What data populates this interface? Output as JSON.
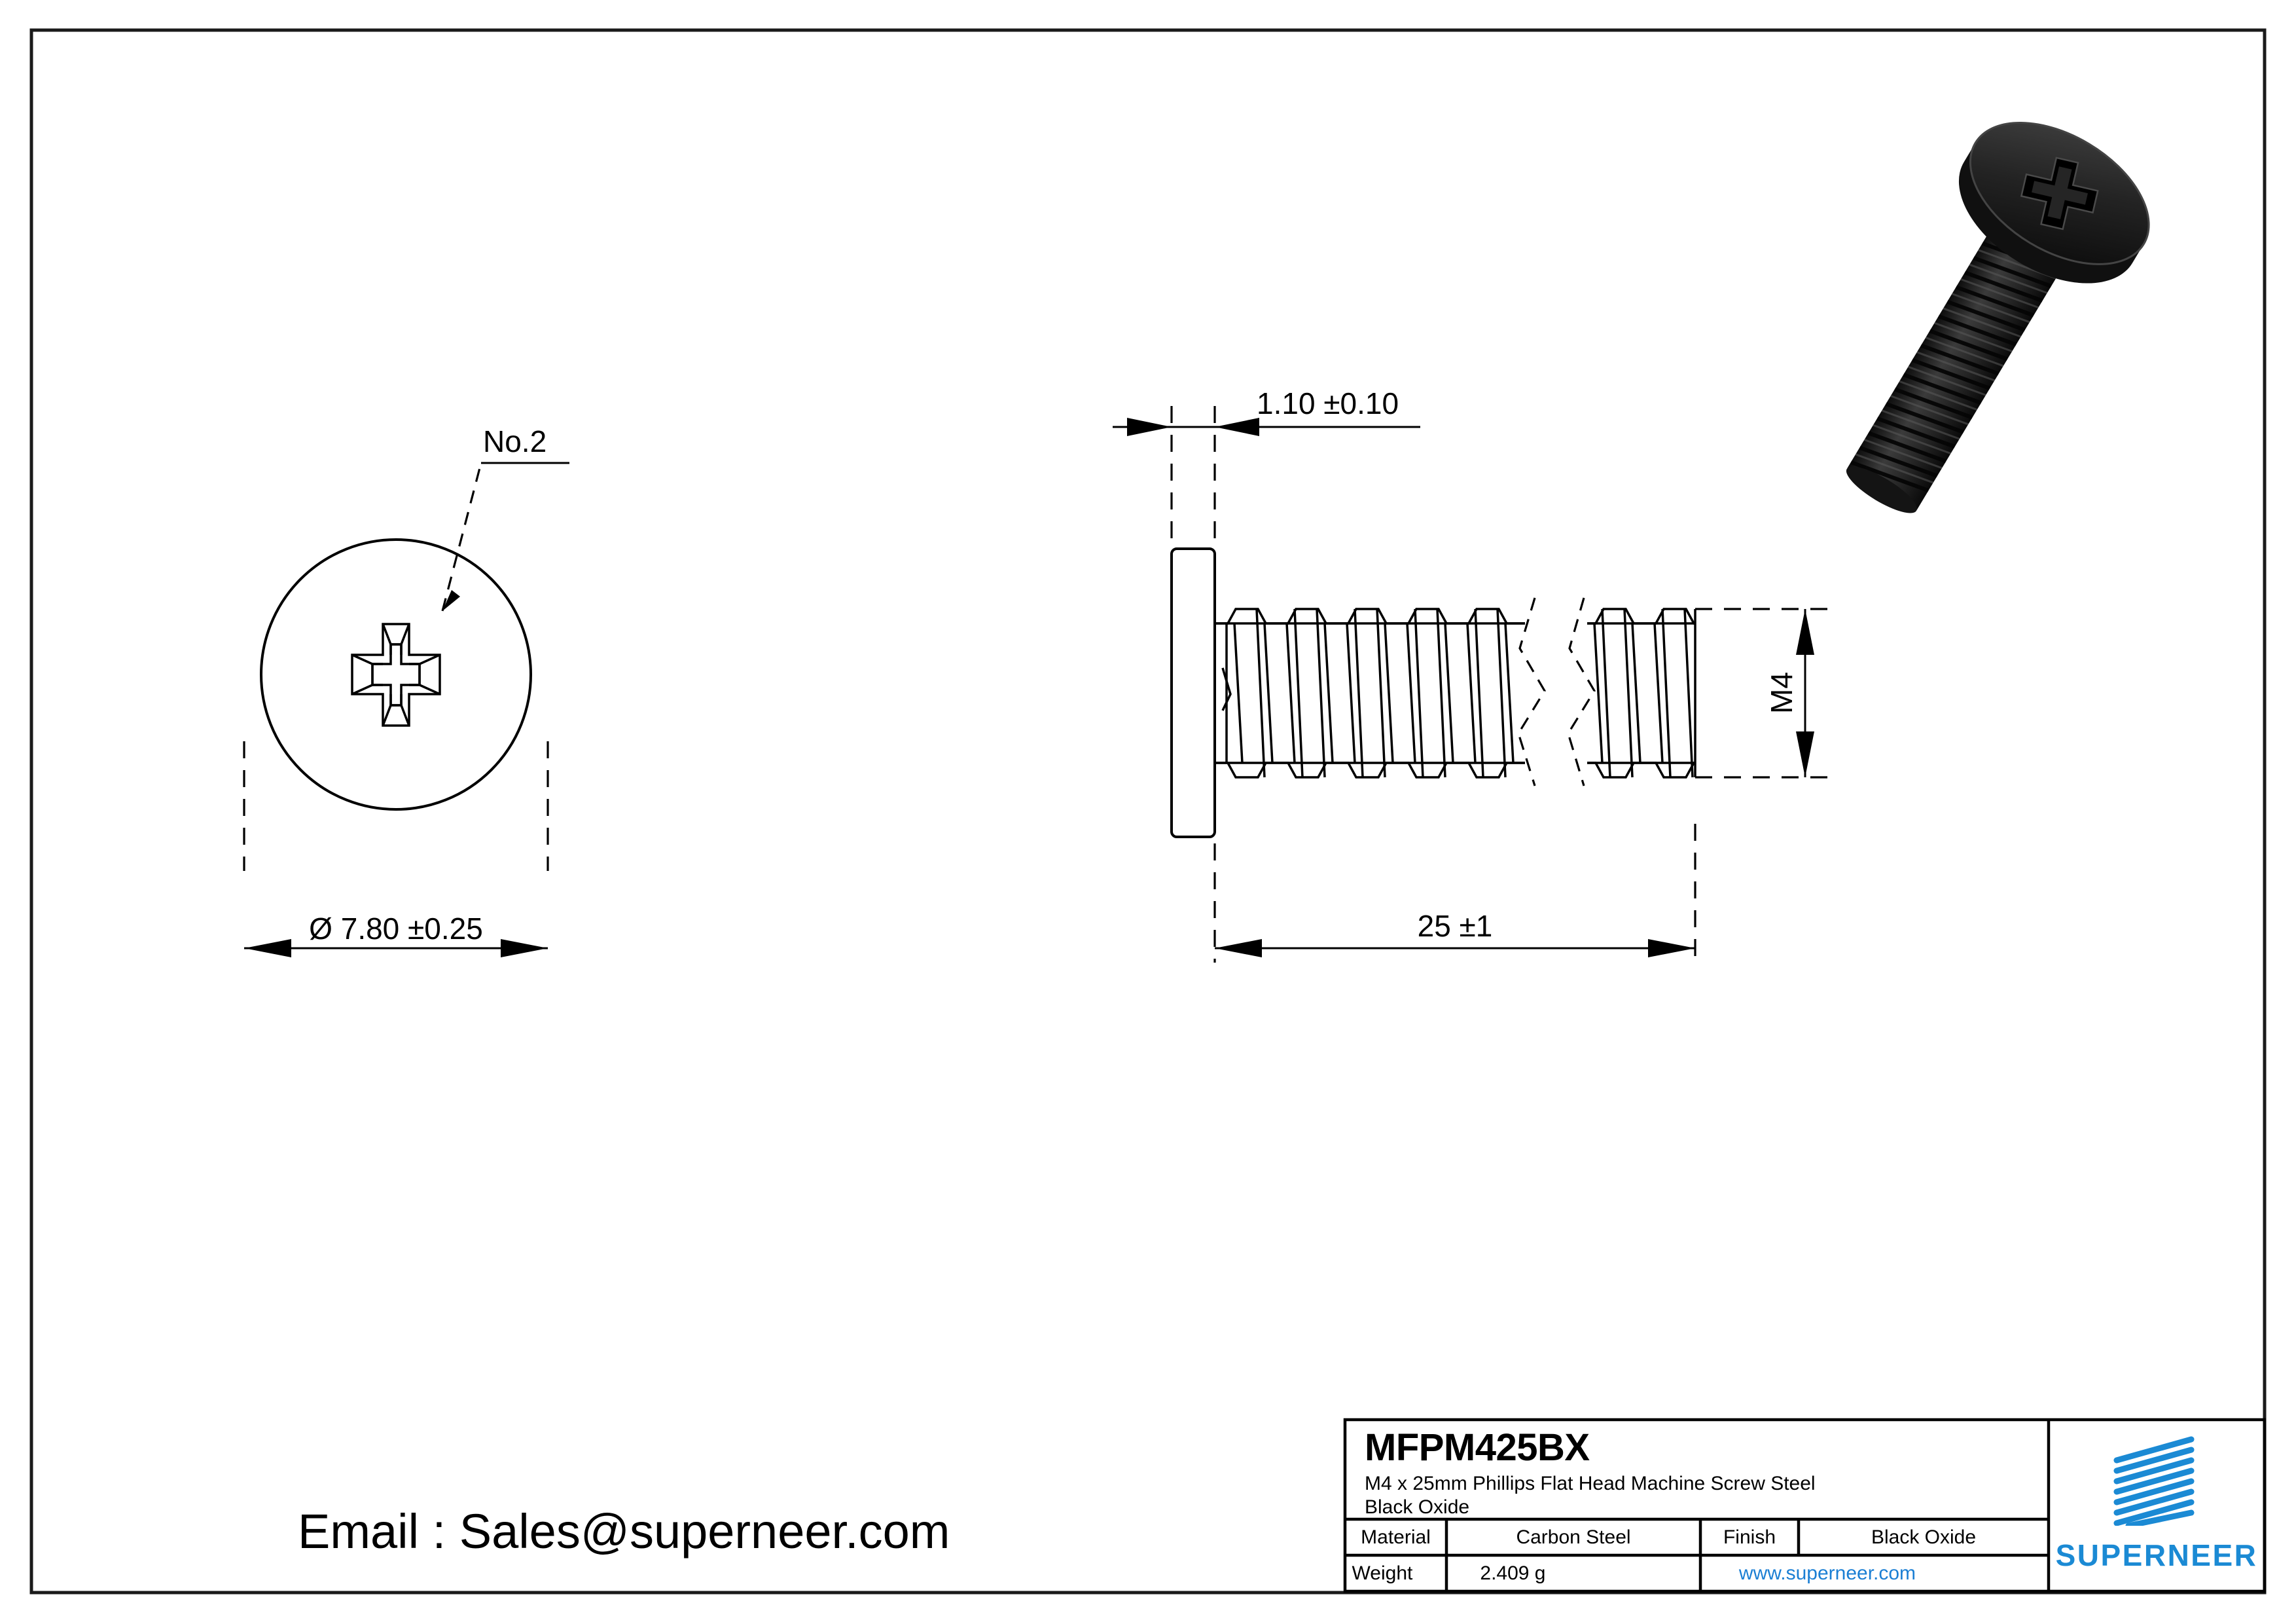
{
  "sheet": {
    "background_color": "#ffffff",
    "line_color": "#000000",
    "brand_color": "#1b8ad4",
    "link_color": "#1b7fd4"
  },
  "contact": {
    "email_line": "Email : Sales@superneer.com"
  },
  "views": {
    "front_view": {
      "name": "head-end-view",
      "recess_callout": "No.2",
      "head_diameter_dimension": "Ø 7.80 ±0.25"
    },
    "side_view": {
      "name": "side-profile-view",
      "head_thickness_dimension": "1.10 ±0.10",
      "length_dimension": "25 ±1",
      "thread_dimension": "M4"
    },
    "iso_view": {
      "name": "isometric-render",
      "description": "black oxide phillips flat head machine screw"
    }
  },
  "title_block": {
    "part_number": "MFPM425BX",
    "description": "M4 x 25mm Phillips Flat Head Machine Screw Steel\nBlack Oxide",
    "material_label": "Material",
    "material_value": "Carbon Steel",
    "finish_label": "Finish",
    "finish_value": "Black Oxide",
    "weight_label": "Weight",
    "weight_value": "2.409 g",
    "website": "www.superneer.com",
    "logo_word": "SUPERNEER"
  }
}
